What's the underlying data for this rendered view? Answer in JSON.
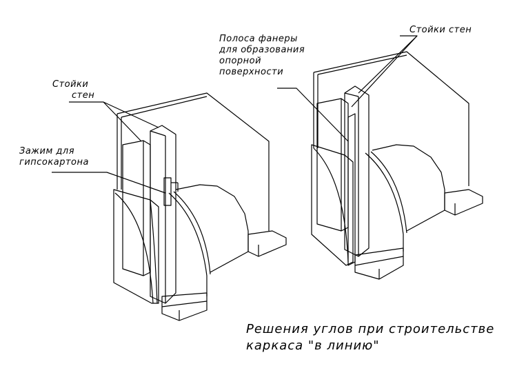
{
  "labels": {
    "left_studs": [
      "Стойки",
      "стен"
    ],
    "clip": [
      "Зажим для",
      "гипсокартона"
    ],
    "plywood": [
      "Полоса фанеры",
      "для образования",
      "опорной",
      "поверхности"
    ],
    "right_studs": "Стойки стен"
  },
  "caption": [
    "Решения углов при строительстве",
    "каркаса \"в линию\""
  ]
}
